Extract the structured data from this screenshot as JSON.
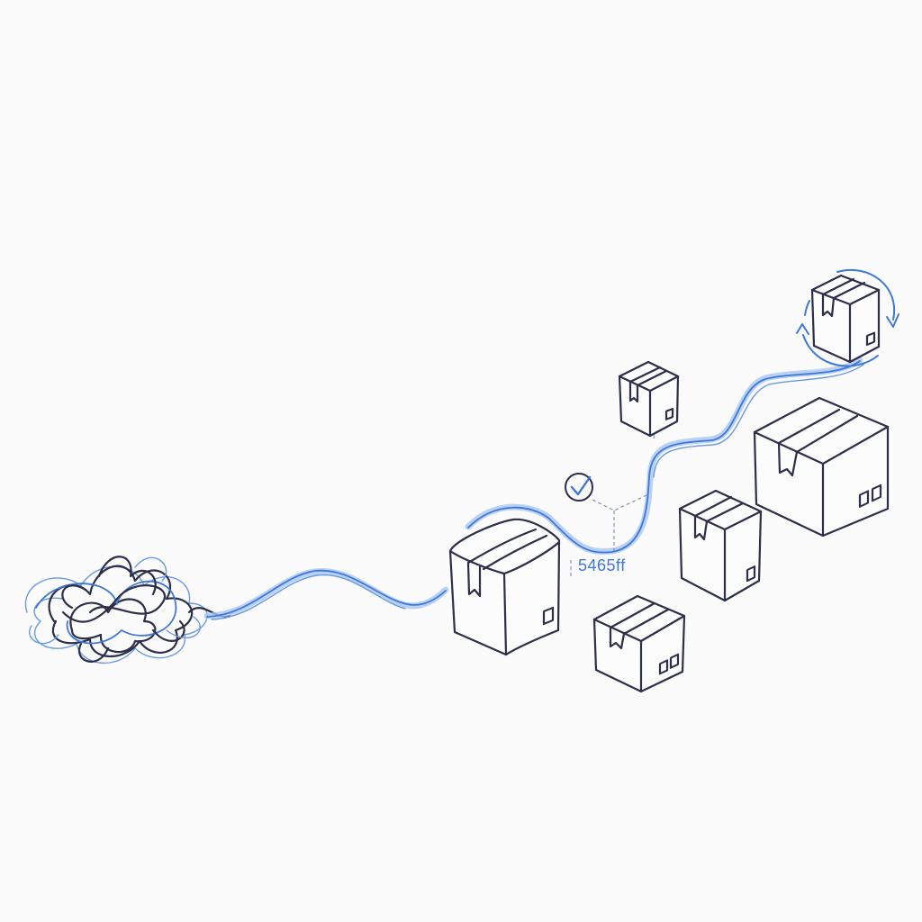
{
  "illustration": {
    "label": "5465ff",
    "colors": {
      "background": "#fbfbfc",
      "ink": "#2b2f4a",
      "accent": "#3f78d6",
      "accent_glow": "#a9c7f2"
    },
    "elements": [
      "tangled-scribble",
      "flowing-path",
      "large-box",
      "checkmark-badge",
      "small-floating-box",
      "medium-box",
      "small-front-box",
      "big-box",
      "rotating-box-with-cycle-arrows"
    ]
  }
}
